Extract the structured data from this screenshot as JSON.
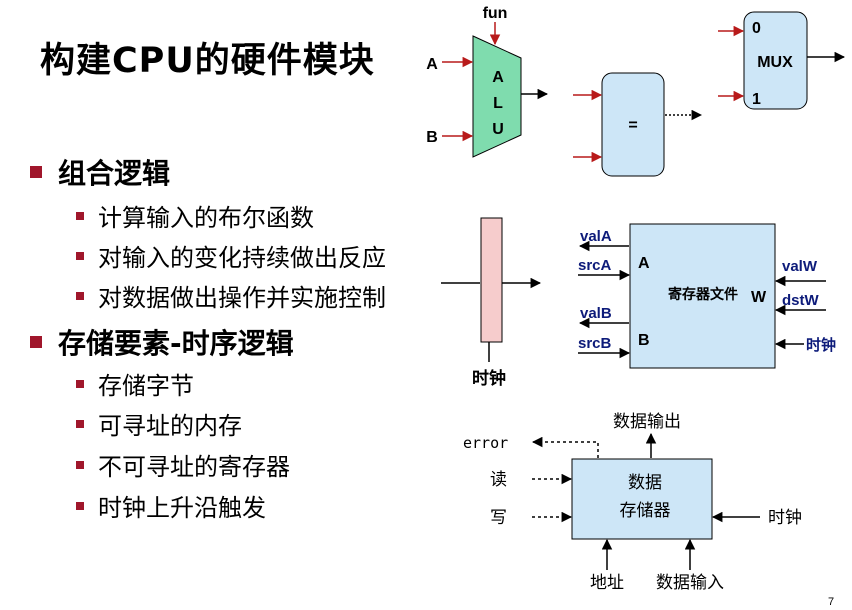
{
  "slide": {
    "title": "构建CPU的硬件模块",
    "page_number": "7"
  },
  "bullets": [
    {
      "label": "组合逻辑",
      "subitems": [
        "计算输入的布尔函数",
        "对输入的变化持续做出反应",
        "对数据做出操作并实施控制"
      ]
    },
    {
      "label": "存储要素-时序逻辑",
      "subitems": [
        "存储字节",
        "可寻址的内存",
        "不可寻址的寄存器",
        "时钟上升沿触发"
      ]
    }
  ],
  "alu": {
    "control": "fun",
    "input_a": "A",
    "input_b": "B",
    "letters": [
      "A",
      "L",
      "U"
    ]
  },
  "equality": {
    "symbol": "="
  },
  "mux": {
    "label": "MUX",
    "input0": "0",
    "input1": "1"
  },
  "clocked_register": {
    "clock_label": "时钟"
  },
  "register_file": {
    "label": "寄存器文件",
    "port_a": "A",
    "port_b": "B",
    "port_w": "W",
    "valA": "valA",
    "srcA": "srcA",
    "valB": "valB",
    "srcB": "srcB",
    "valW": "valW",
    "dstW": "dstW",
    "clock": "时钟"
  },
  "data_memory": {
    "label_line1": "数据",
    "label_line2": "存储器",
    "data_out": "数据输出",
    "error": "error",
    "read": "读",
    "write": "写",
    "clock": "时钟",
    "address": "地址",
    "data_in": "数据输入"
  },
  "colors": {
    "alu_fill": "#7fdcae",
    "box_fill": "#cde6f7",
    "register_fill": "#f6cccc",
    "arrow_red": "#b81a1a",
    "bullet_marker": "#a0162b"
  }
}
